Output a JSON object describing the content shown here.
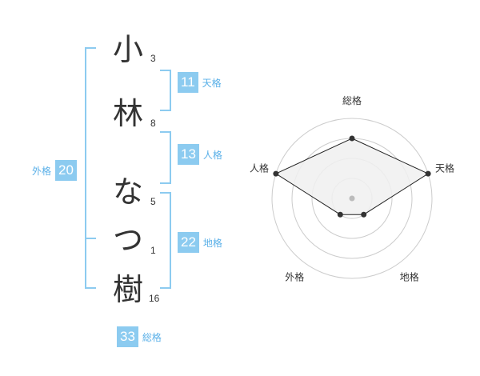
{
  "name_chars": [
    {
      "char": "小",
      "strokes": "3"
    },
    {
      "char": "林",
      "strokes": "8"
    },
    {
      "char": "な",
      "strokes": "5"
    },
    {
      "char": "つ",
      "strokes": "1"
    },
    {
      "char": "樹",
      "strokes": "16"
    }
  ],
  "fortunes": {
    "tenkaku": {
      "label": "天格",
      "value": "11"
    },
    "jinkaku": {
      "label": "人格",
      "value": "13"
    },
    "chikaku": {
      "label": "地格",
      "value": "22"
    },
    "gaikaku": {
      "label": "外格",
      "value": "20"
    },
    "soukaku": {
      "label": "総格",
      "value": "33"
    }
  },
  "radar": {
    "axes": [
      "総格",
      "天格",
      "地格",
      "外格",
      "人格"
    ],
    "values": [
      3,
      4,
      1,
      1,
      4
    ],
    "max": 4,
    "colors": {
      "fill": "#f0f0f0",
      "line": "#222222",
      "grid": "#cccccc",
      "point": "#333333",
      "center": "#bbbbbb"
    }
  },
  "colors": {
    "accent": "#8ccbf0",
    "accent_text": "#5ab0e8",
    "text": "#333333"
  }
}
